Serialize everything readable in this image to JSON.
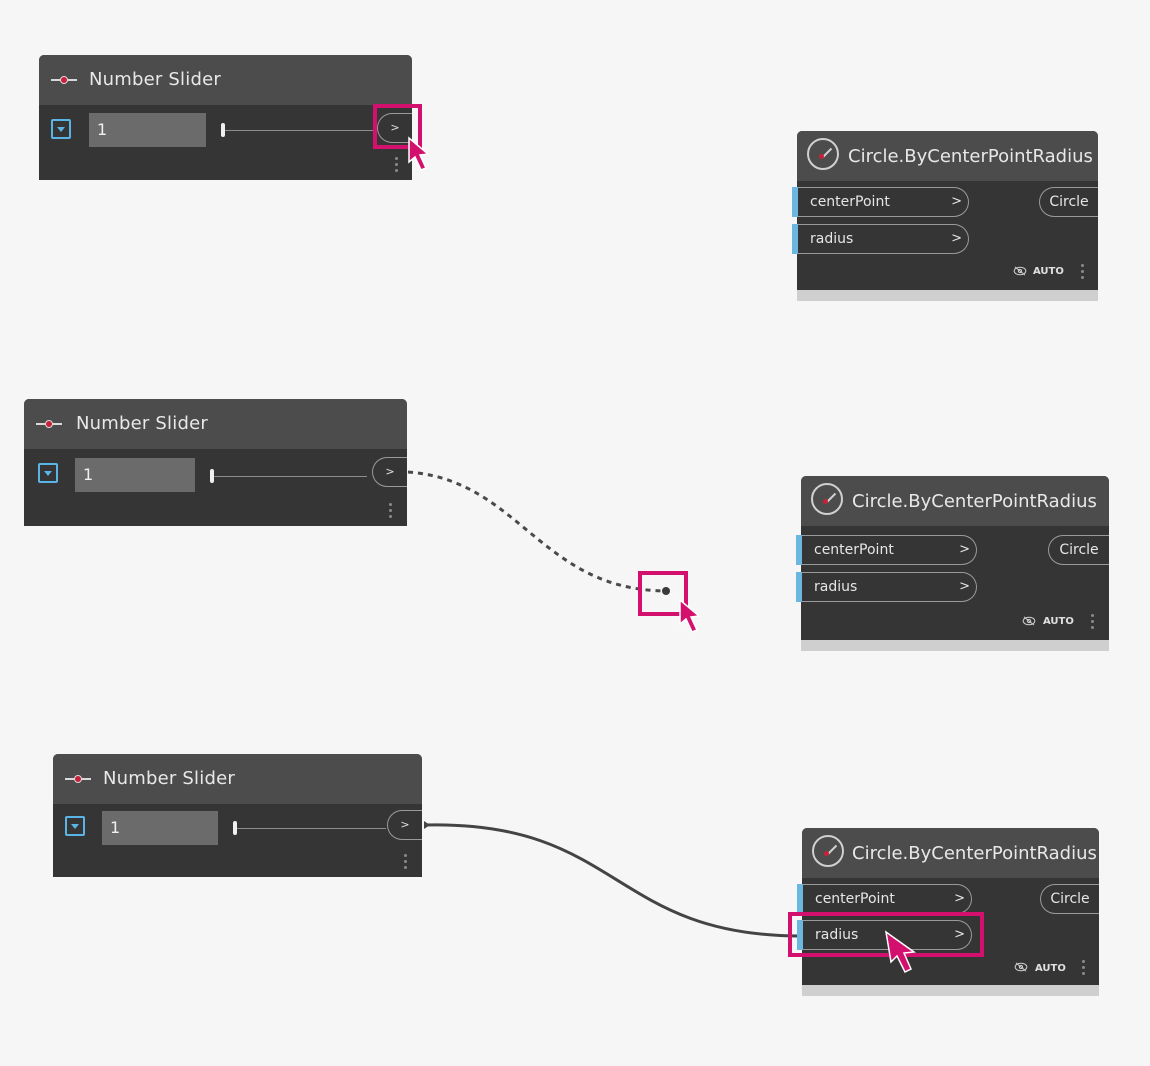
{
  "steps": [
    {
      "slider": {
        "title": "Number Slider",
        "value": "1",
        "output_label": ">"
      },
      "circle": {
        "title": "Circle.ByCenterPointRadius",
        "inputs": [
          {
            "label": "centerPoint",
            "arrow": ">"
          },
          {
            "label": "radius",
            "arrow": ">"
          }
        ],
        "output": "Circle",
        "run_mode": "AUTO"
      },
      "connection": "none",
      "highlight": "slider-output-port"
    },
    {
      "slider": {
        "title": "Number Slider",
        "value": "1",
        "output_label": ">"
      },
      "circle": {
        "title": "Circle.ByCenterPointRadius",
        "inputs": [
          {
            "label": "centerPoint",
            "arrow": ">"
          },
          {
            "label": "radius",
            "arrow": ">"
          }
        ],
        "output": "Circle",
        "run_mode": "AUTO"
      },
      "connection": "dragging",
      "highlight": "wire-end"
    },
    {
      "slider": {
        "title": "Number Slider",
        "value": "1",
        "output_label": ">"
      },
      "circle": {
        "title": "Circle.ByCenterPointRadius",
        "inputs": [
          {
            "label": "centerPoint",
            "arrow": ">"
          },
          {
            "label": "radius",
            "arrow": ">"
          }
        ],
        "output": "Circle",
        "run_mode": "AUTO"
      },
      "connection": "connected",
      "highlight": "radius-input-port"
    }
  ],
  "colors": {
    "highlight": "#d4106e",
    "port_accent": "#6bb7e0",
    "node_body": "#353535",
    "node_header": "#4c4c4c"
  },
  "icons": {
    "slider_icon": "slider-icon",
    "circle_icon": "circle-icon",
    "preview_icon": "eye-hidden-icon",
    "cursor": "pointer-cursor-icon"
  }
}
